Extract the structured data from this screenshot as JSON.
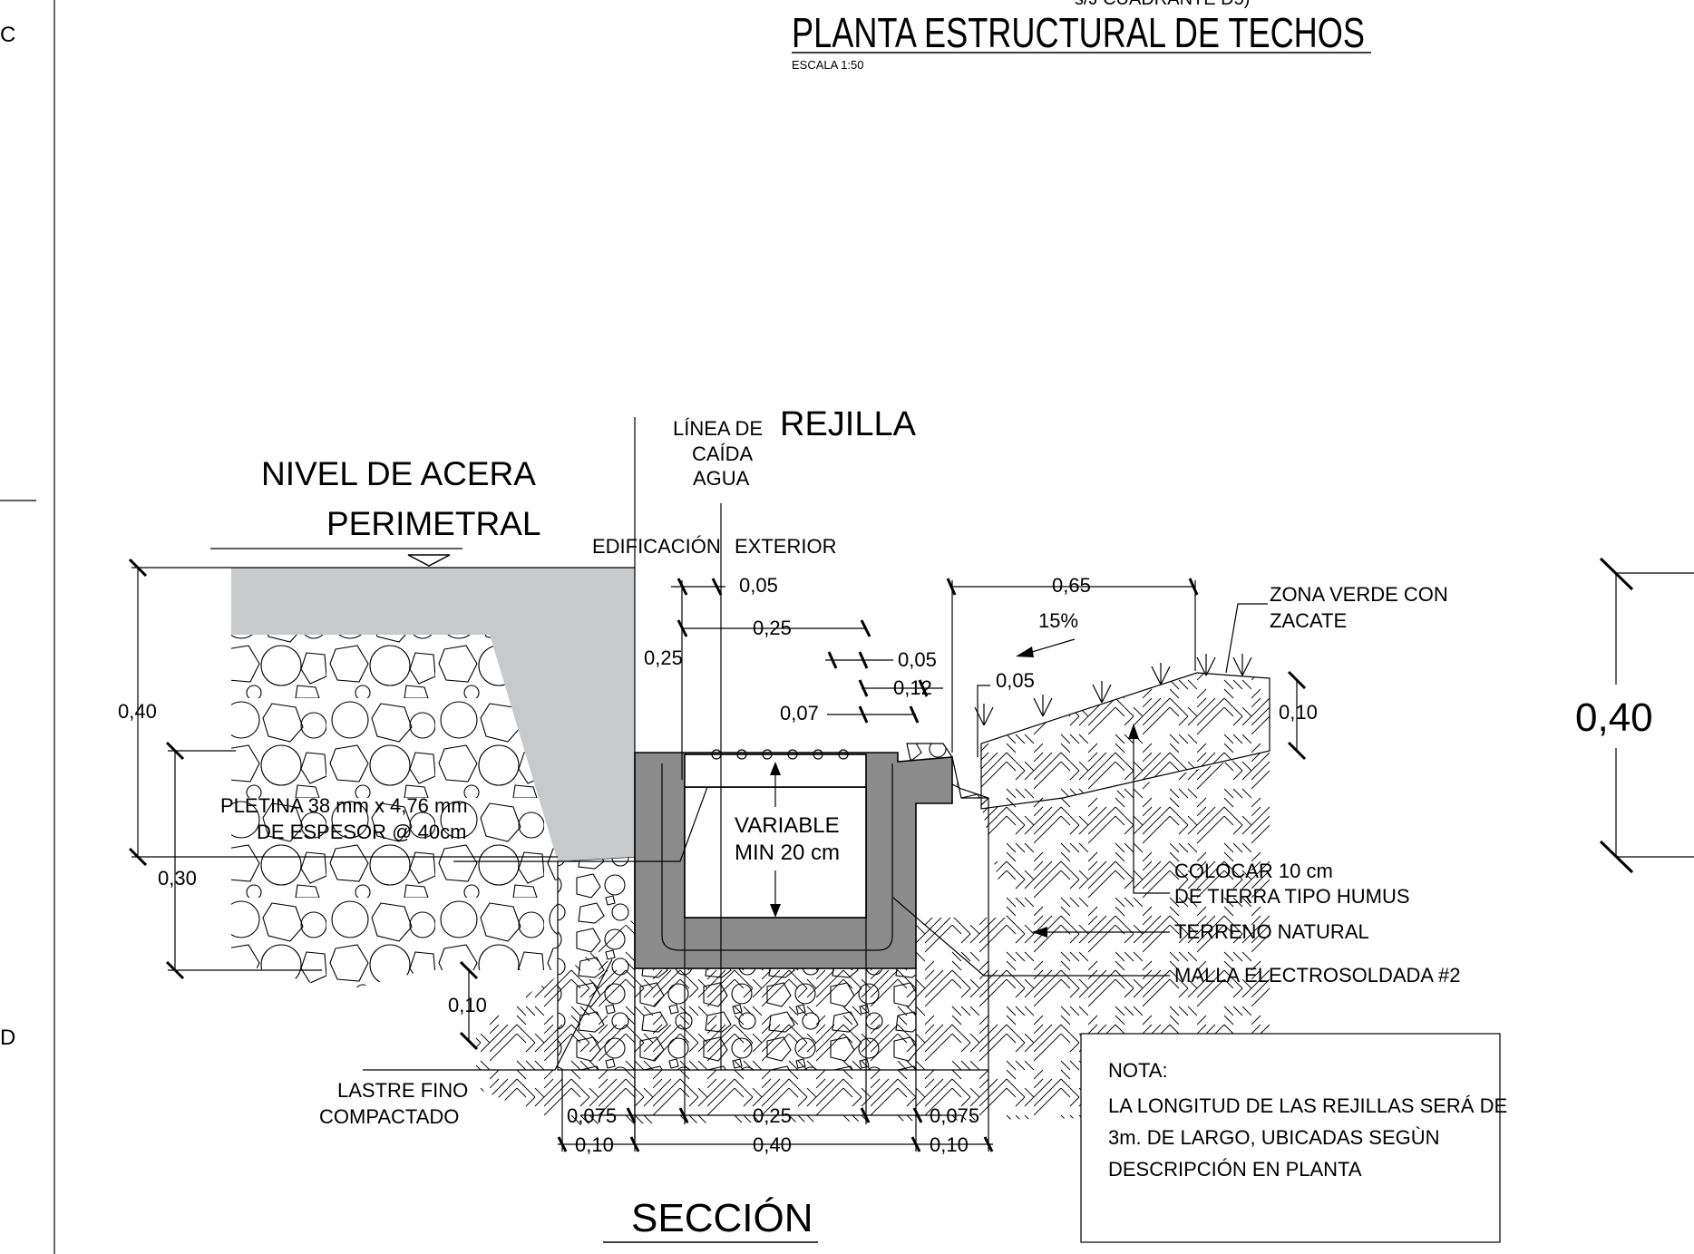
{
  "margin": {
    "letter_top": "C",
    "letter_bottom": "D"
  },
  "header": {
    "subtitle_partial": "s/J CUADRANTE D5)",
    "title": "PLANTA ESTRUCTURAL DE TECHOS",
    "scale": "ESCALA 1:50"
  },
  "section": {
    "title": "SECCIÓN",
    "labels": {
      "nivel_line1": "NIVEL DE  ACERA",
      "nivel_line2": "PERIMETRAL",
      "linea_line1": "LÍNEA DE",
      "linea_line2": "CAÍDA",
      "linea_line3": "AGUA",
      "rejilla": "REJILLA",
      "edificacion": "EDIFICACIÓN",
      "exterior": "EXTERIOR",
      "zona_line1": "ZONA VERDE CON",
      "zona_line2": "ZACATE",
      "slope": "15%",
      "pletina_line1": "PLETINA 38 mm x 4,76 mm",
      "pletina_line2": "DE ESPESOR @ 40cm",
      "variable_line1": "VARIABLE",
      "variable_line2": "MIN 20 cm",
      "humus_line1": "COLOCAR 10 cm",
      "humus_line2": "DE TIERRA TIPO HUMUS",
      "terreno": "TERRENO NATURAL",
      "malla": "MALLA ELECTROSOLDADA #2",
      "lastre_line1": "LASTRE FINO",
      "lastre_line2": "COMPACTADO"
    },
    "dimensions": {
      "d_040_left": "0,40",
      "d_030": "0,30",
      "d_010_bottom": "0,10",
      "d_005_top": "0,05",
      "d_025_top": "0,25",
      "d_025_vert": "0,25",
      "d_005_mid": "0,05",
      "d_012": "0,12",
      "d_007": "0,07",
      "d_065": "0,65",
      "d_005_right": "0,05",
      "d_010_right": "0,10",
      "d_0075_left": "0,075",
      "d_025_bottom": "0,25",
      "d_0075_right": "0,075",
      "d_010_bl": "0,10",
      "d_040_bottom": "0,40",
      "d_010_br": "0,10"
    }
  },
  "right_dimension": "0,40",
  "note": {
    "heading": "NOTA:",
    "line1": "LA LONGITUD DE LAS REJILLAS SERÁ DE",
    "line2": "3m. DE LARGO, UBICADAS SEGÙN",
    "line3": "DESCRIPCIÓN EN PLANTA"
  },
  "colors": {
    "concrete": "#c8c9cb",
    "channel": "#8c8c8c",
    "line": "#000000"
  }
}
